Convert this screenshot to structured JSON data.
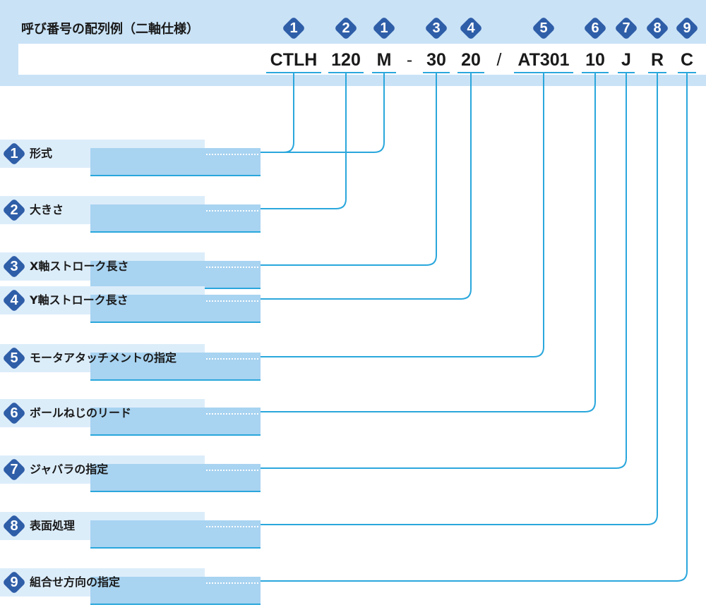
{
  "title": "呼び番号の配列例（二軸仕様）",
  "codes": [
    {
      "text": "CTLH",
      "badge": "1",
      "sep": false
    },
    {
      "text": "120",
      "badge": "2",
      "sep": false
    },
    {
      "text": "M",
      "badge": "1",
      "sep": false
    },
    {
      "text": "-",
      "badge": "",
      "sep": true
    },
    {
      "text": "30",
      "badge": "3",
      "sep": false
    },
    {
      "text": "20",
      "badge": "4",
      "sep": false
    },
    {
      "text": "/",
      "badge": "",
      "sep": true
    },
    {
      "text": "AT301",
      "badge": "5",
      "sep": false
    },
    {
      "text": "10",
      "badge": "6",
      "sep": false
    },
    {
      "text": "J",
      "badge": "7",
      "sep": false
    },
    {
      "text": "R",
      "badge": "8",
      "sep": false
    },
    {
      "text": "C",
      "badge": "9",
      "sep": false
    }
  ],
  "labels": [
    {
      "num": "1",
      "text": "形式"
    },
    {
      "num": "2",
      "text": "大きさ"
    },
    {
      "num": "3",
      "text": "X軸ストローク長さ"
    },
    {
      "num": "4",
      "text": "Y軸ストローク長さ"
    },
    {
      "num": "5",
      "text": "モータアタッチメントの指定"
    },
    {
      "num": "6",
      "text": "ボールねじのリード"
    },
    {
      "num": "7",
      "text": "ジャバラの指定"
    },
    {
      "num": "8",
      "text": "表面処理"
    },
    {
      "num": "9",
      "text": "組合せ方向の指定"
    }
  ],
  "colors": {
    "badge": "#2f5ea8",
    "leader": "#2aa7dc",
    "panel_light": "#dcedfa",
    "panel_dark": "#a8d3f1",
    "header_bg": "#c9e2f6"
  }
}
